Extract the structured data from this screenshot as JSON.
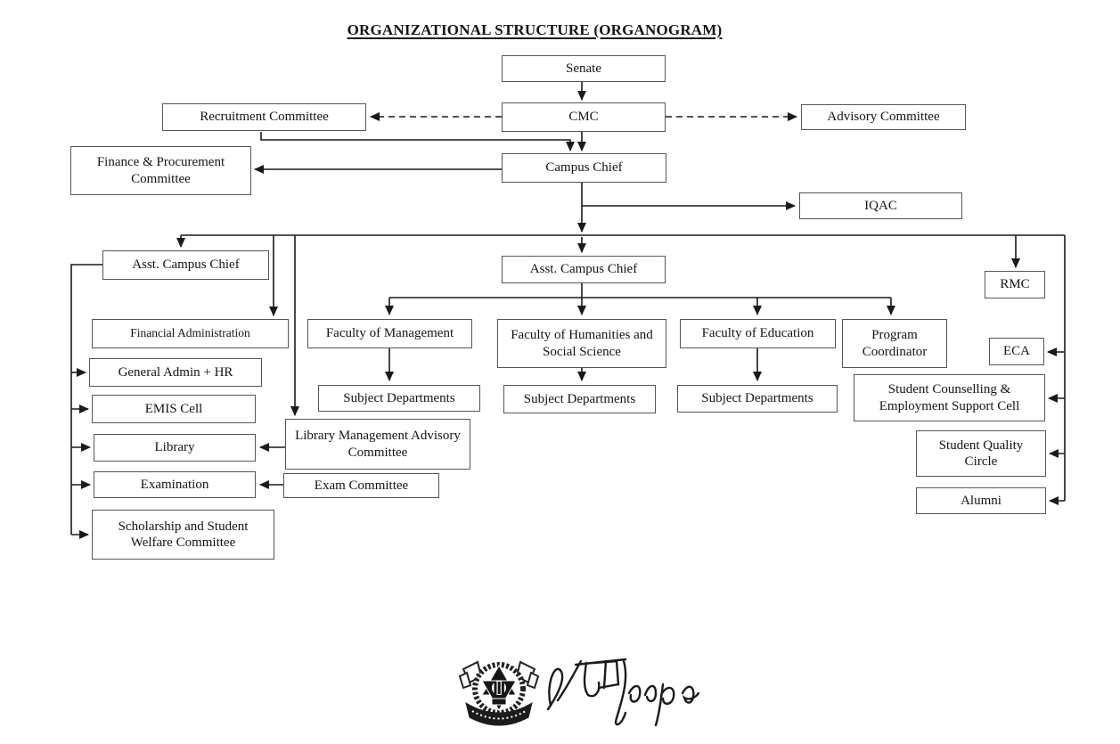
{
  "title": "ORGANIZATIONAL STRUCTURE (ORGANOGRAM)",
  "nodes": {
    "senate": "Senate",
    "cmc": "CMC",
    "recruitment_committee": "Recruitment Committee",
    "advisory_committee": "Advisory Committee",
    "finance_procurement_committee": "Finance & Procurement Committee",
    "campus_chief": "Campus Chief",
    "iqac": "IQAC",
    "asst_campus_chief_left": "Asst. Campus Chief",
    "asst_campus_chief_center": "Asst. Campus Chief",
    "rmc": "RMC",
    "financial_administration": "Financial Administration",
    "faculty_of_management": "Faculty of Management",
    "faculty_of_humanities_social_science": "Faculty of Humanities and Social Science",
    "faculty_of_education": "Faculty of Education",
    "program_coordinator": "Program Coordinator",
    "eca": "ECA",
    "general_admin_hr": "General Admin + HR",
    "subject_departments_management": "Subject Departments",
    "subject_departments_humanities": "Subject Departments",
    "subject_departments_education": "Subject Departments",
    "student_counselling_cell": "Student Counselling & Employment Support Cell",
    "emis_cell": "EMIS Cell",
    "library_management_advisory_committee": "Library Management Advisory Committee",
    "library": "Library",
    "student_quality_circle": "Student Quality Circle",
    "examination": "Examination",
    "exam_committee": "Exam Committee",
    "alumni": "Alumni",
    "scholarship_student_welfare_committee": "Scholarship and Student Welfare Committee"
  },
  "edges": [
    {
      "from": "senate",
      "to": "cmc",
      "style": "solid"
    },
    {
      "from": "cmc",
      "to": "recruitment_committee",
      "style": "dashed"
    },
    {
      "from": "cmc",
      "to": "advisory_committee",
      "style": "dashed"
    },
    {
      "from": "cmc",
      "to": "campus_chief",
      "style": "solid"
    },
    {
      "from": "recruitment_committee",
      "to": "campus_chief",
      "style": "solid"
    },
    {
      "from": "campus_chief",
      "to": "finance_procurement_committee",
      "style": "solid"
    },
    {
      "from": "campus_chief",
      "to": "iqac",
      "style": "solid"
    },
    {
      "from": "campus_chief",
      "to": "asst_campus_chief_left",
      "style": "solid"
    },
    {
      "from": "campus_chief",
      "to": "asst_campus_chief_center",
      "style": "solid"
    },
    {
      "from": "campus_chief",
      "to": "rmc",
      "style": "solid"
    },
    {
      "from": "campus_chief",
      "to": "financial_administration",
      "style": "solid"
    },
    {
      "from": "campus_chief",
      "to": "library_management_advisory_committee",
      "style": "solid"
    },
    {
      "from": "campus_chief",
      "to": "eca",
      "style": "solid"
    },
    {
      "from": "campus_chief",
      "to": "student_counselling_cell",
      "style": "solid"
    },
    {
      "from": "campus_chief",
      "to": "student_quality_circle",
      "style": "solid"
    },
    {
      "from": "campus_chief",
      "to": "alumni",
      "style": "solid"
    },
    {
      "from": "asst_campus_chief_left",
      "to": "general_admin_hr",
      "style": "solid"
    },
    {
      "from": "asst_campus_chief_left",
      "to": "emis_cell",
      "style": "solid"
    },
    {
      "from": "asst_campus_chief_left",
      "to": "library",
      "style": "solid"
    },
    {
      "from": "asst_campus_chief_left",
      "to": "examination",
      "style": "solid"
    },
    {
      "from": "asst_campus_chief_left",
      "to": "scholarship_student_welfare_committee",
      "style": "solid"
    },
    {
      "from": "asst_campus_chief_center",
      "to": "faculty_of_management",
      "style": "solid"
    },
    {
      "from": "asst_campus_chief_center",
      "to": "faculty_of_humanities_social_science",
      "style": "solid"
    },
    {
      "from": "asst_campus_chief_center",
      "to": "faculty_of_education",
      "style": "solid"
    },
    {
      "from": "asst_campus_chief_center",
      "to": "program_coordinator",
      "style": "solid"
    },
    {
      "from": "faculty_of_management",
      "to": "subject_departments_management",
      "style": "solid"
    },
    {
      "from": "faculty_of_humanities_social_science",
      "to": "subject_departments_humanities",
      "style": "solid"
    },
    {
      "from": "faculty_of_education",
      "to": "subject_departments_education",
      "style": "solid"
    },
    {
      "from": "library_management_advisory_committee",
      "to": "library",
      "style": "solid"
    },
    {
      "from": "exam_committee",
      "to": "examination",
      "style": "solid"
    }
  ],
  "icons": {
    "seal": "campus-seal-emblem",
    "signature": "handwritten-signature"
  },
  "colors": {
    "background": "#ffffff",
    "line": "#1a1a1a",
    "box_border": "#565656",
    "text": "#141414"
  }
}
